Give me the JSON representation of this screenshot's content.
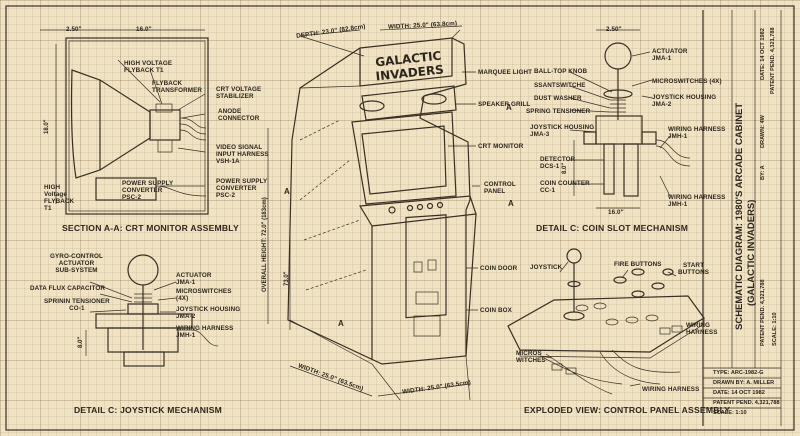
{
  "marquee": {
    "line1": "GALACTIC",
    "line2": "INVADERS"
  },
  "section_a": {
    "title": "SECTION A-A: CRT MONITOR ASSEMBLY",
    "dim_top_left": "2.50\"",
    "dim_top": "16.0\"",
    "dim_side": "18.0\"",
    "labels": [
      "HIGH VOLTAGE\nFLYBACK T1",
      "FLYBACK\nTRANSFORMER",
      "CRT VOLTAGE\nSTABILIZER",
      "ANODE\nCONNECTOR",
      "VIDEO SIGNAL\nINPUT HARNESS\nVSH-1A",
      "POWER SUPPLY\nCONVERTER\nPSC-2",
      "POWER SUPPLY\nCONVERTER\nPSC-2",
      "HIGH\nVoltage\nFLYBACK\nT1"
    ]
  },
  "cabinet": {
    "depth": "DEPTH: 23.0\" (82.8cm)",
    "width_top": "WIDTH: 25.0\" (63.8cm)",
    "overall_height": "OVERALL HEIGHT: 72.0\" (183cm)",
    "side_height": "73.0\"",
    "width_bottom_left": "WIDTH: 25.0\" (63.5cm)",
    "width_bottom_right": "WIDTH: 25.0\" (63.5cm)",
    "marker_a1": "A",
    "marker_a2": "A",
    "marker_a3": "A",
    "marker_a4": "A",
    "callouts": [
      "MARQUEE LIGHT",
      "SPEAKER GRILL",
      "CRT MONITOR",
      "CONTROL\nPANEL",
      "COIN DOOR",
      "COIN BOX"
    ]
  },
  "detail_coin": {
    "title": "DETAIL C: COIN SLOT MECHANISM",
    "dim_top": "2.50\"",
    "dim_side": "8.0\"",
    "dim_bottom": "16.0\"",
    "labels": [
      "BALL-TOP KNOB",
      "SSANTSWITCHE",
      "DUST WASHER",
      "SPRING TENSIONER",
      "JOYSTICK HOUSING\nJMA-3",
      "DETECTOR\nDCS-1",
      "COIN COUNTER\nCC-1",
      "ACTUATOR\nJMA-1",
      "MICROSWITCHES (4X)",
      "JOYSTICK HOUSING\nJMA-2",
      "WIRING HARNESS\nJMH-1",
      "WIRING HARNESS\nJMH-1"
    ]
  },
  "detail_joystick": {
    "title": "DETAIL C: JOYSTICK MECHANISM",
    "dim_side": "8.0\"",
    "labels": [
      "GYRO-CONTROL\nACTUATOR\nSUB-SYSTEM",
      "DATA FLUX CAPACITOR",
      "SPRININ TENSIONER\nCO-1",
      "ACTUATOR\nJMA-1",
      "MICROSWITCHES\n(4X)",
      "JOYSTICK HOUSING\nJMA-2",
      "WIRING HARNESS\nJMH-1"
    ]
  },
  "exploded": {
    "title": "EXPLODED VIEW: CONTROL PANEL ASSEMBLY",
    "labels": [
      "JOYSTICK",
      "FIRE BUTTONS",
      "START\nBUTTONS",
      "WIRING\nHARNESS",
      "MICROS\nWITCHES",
      "WIRING HARNESS"
    ]
  },
  "title_block": {
    "main": "SCHEMATIC DIAGRAM: 1980'S ARCADE CABINET",
    "sub": "(GALACTIC INVADERS)",
    "patent": "PATENT PEND. 4,321,788",
    "date": "DATE: 14 OCT 1982",
    "drawn": "DRAWN: 4W",
    "by": "BY: A",
    "patent2": "PATENT PEND. 4,321,788",
    "scale_v": "SCALE: 1:10",
    "type": "TYPE: ARC-1982-G",
    "drawn_by": "DRAWN BY: A. MILLER",
    "date2": "DATE: 14 OCT 1982",
    "patent3": "PATENT PEND. 4,321,788",
    "scale": "SCALE: 1:10"
  },
  "colors": {
    "paper": "#efe3c4",
    "ink": "#3a2f24"
  }
}
